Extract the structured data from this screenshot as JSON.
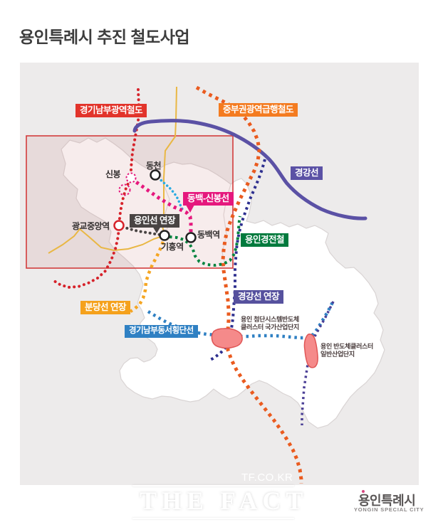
{
  "title": "용인특례시 추진 철도사업",
  "map": {
    "railways": [
      {
        "id": "gyeonggi-nambu-gwangyeok",
        "label": "경기남부광역철도",
        "color": "#d6222a",
        "badge_bg": "#e2342b"
      },
      {
        "id": "jungbu-gwangyeok-express",
        "label": "중부권광역급행철도",
        "color": "#ea5b1f",
        "badge_bg": "#f47b20"
      },
      {
        "id": "gyeonggang-line",
        "label": "경강선",
        "color": "#5b51a5",
        "badge_bg": "#5b51a5"
      },
      {
        "id": "dongbaek-sinbong-line",
        "label": "동백-신봉선",
        "color": "#e5187d",
        "badge_bg": "#e5187d"
      },
      {
        "id": "yongin-line-extension",
        "label": "용인선 연장",
        "color": "#494443",
        "badge_bg": "#494443"
      },
      {
        "id": "yongin-lrt",
        "label": "용인경전철",
        "color": "#00833e",
        "badge_bg": "#007a3d"
      },
      {
        "id": "gyeonggang-extension",
        "label": "경강선 연장",
        "color": "#2d2f8f",
        "badge_bg": "#56519e"
      },
      {
        "id": "bundang-extension",
        "label": "분당선 연장",
        "color": "#f5a623",
        "badge_bg": "#f5a11c"
      },
      {
        "id": "gyeonggi-nambu-dongseo",
        "label": "경기남부동서횡단선",
        "color": "#2f80c3",
        "badge_bg": "#2f80c3"
      },
      {
        "id": "dongcheon-branch",
        "label": "",
        "color": "#29abe2",
        "badge_bg": ""
      },
      {
        "id": "semicon-south-dotted",
        "label": "",
        "color": "#4b3f96",
        "badge_bg": ""
      }
    ],
    "stations": [
      {
        "name": "신봉"
      },
      {
        "name": "동천"
      },
      {
        "name": "광교중앙역"
      },
      {
        "name": "기흥역"
      },
      {
        "name": "동백역"
      }
    ],
    "sites": [
      {
        "name": "용인 첨단시스템반도체 클러스터 국가산업단지",
        "line1": "용인 첨단시스템반도체",
        "line2": "클러스터 국가산업단지"
      },
      {
        "name": "용인 반도체클러스터 일반산업단지",
        "line1": "용인 반도체클러스터",
        "line2": "일반산업단지"
      }
    ],
    "colors": {
      "map_bg": "#edebeb",
      "city_fill": "#ffffff",
      "city_stroke": "#d9d4d4",
      "district_stroke": "#e2dcdc",
      "highlight_rect_stroke": "#d23c3c",
      "highlight_rect_fill": "rgba(200,120,120,0.14)",
      "road": "#e9b744",
      "site_fill": "#f58a8a",
      "site_stroke": "#e05555",
      "station_stroke": "#222222",
      "station_fill": "#ffffff"
    }
  },
  "footer": {
    "watermark_url": "TF.CO.KR",
    "watermark_brand": "THE FACT",
    "publisher": "용인특례시",
    "publisher_en": "YONGIN SPECIAL CITY",
    "publisher_accent": "#d6447e"
  }
}
